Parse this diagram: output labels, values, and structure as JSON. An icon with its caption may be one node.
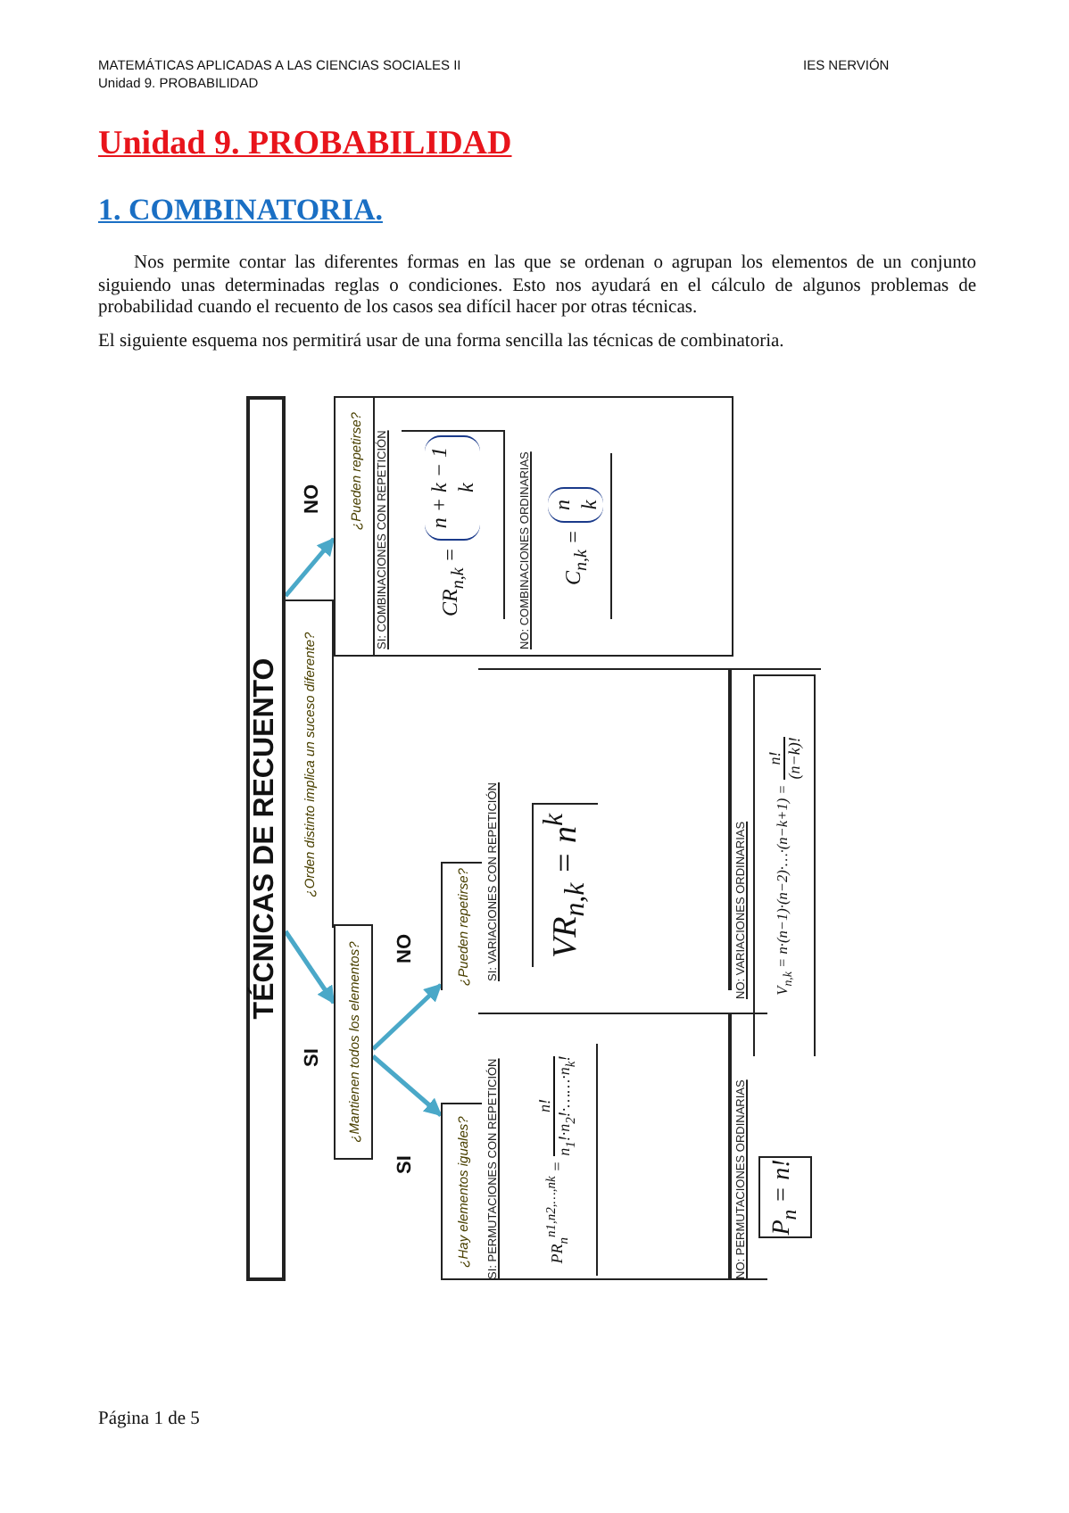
{
  "diagram": {
    "title": "Unidad 9. PROBABILIDAD",
    "nodes": [
      {
        "text": [
          "TÉCNICAS DE RECUENTO"
        ]
      },
      {
        "text": [
          "¿Orden distinto implica un suceso diferente?"
        ]
      },
      {
        "text": [
          "¿Mantienen todos los elementos?"
        ]
      },
      {
        "text": [
          "SI: COMBINACIONES CON REPETICIÓN",
          "NO: COMBINACIONES ORDINARIAS"
        ]
      },
      {
        "text": [
          "¿Pueden repetirse?"
        ],
        "in": 3
      },
      {
        "text": [
          "CR$_{n,k}$ =",
          "n + k − 1",
          "k"
        ],
        "in": 3
      },
      {
        "text": [
          "C$_{n,k}$ =",
          "n",
          "k"
        ],
        "in": 3
      },
      {
        "text": [
          "¿Pueden repetirse?"
        ]
      },
      {
        "text": [
          "VR$_{n,k}$ = n$^{k}$"
        ]
      },
      {
        "text": [
          "V$_{n,k}$ = n·(n−1)·(n−2)·…·(n−k+1) =",
          "n!",
          "(n−k)!"
        ]
      },
      {
        "text": [
          "¿Hay elementos iguales?"
        ]
      },
      {
        "text": [
          "PR$_{n}$$^{n1,n2,…,nk}$ =",
          "n!",
          "n$_{1}$!·n$_{2}$!·……·n$_{k}$!"
        ]
      },
      {
        "text": [
          "P$_{n}$ = n!"
        ]
      }
    ],
    "edges": [
      {
        "from": 0,
        "to": 3,
        "arrow": "to",
        "label": "NO"
      },
      {
        "from": 0,
        "to": 2,
        "arrow": "to",
        "label": "SI"
      },
      {
        "from": 2,
        "to": 7,
        "arrow": "to",
        "label": "NO"
      },
      {
        "from": 2,
        "to": 10,
        "arrow": "to",
        "label": "SI"
      }
    ],
    "labels": [
      "MATEMÁTICAS APLICADAS A LAS CIENCIAS SOCIALES II",
      "IES NERVIÓN",
      "Unidad 9. PROBABILIDAD",
      "1. COMBINATORIA.",
      "Nos permite contar las diferentes formas en las que se ordenan o agrupan los elementos de un conjunto siguiendo unas determinadas reglas o condiciones. Esto nos ayudará en el cálculo de algunos problemas de probabilidad cuando el recuento de los casos sea difícil hacer por otras técnicas.",
      "El siguiente esquema nos permitirá usar de una forma sencilla las técnicas de combinatoria.",
      "SI: VARIACIONES CON REPETICIÓN",
      "NO: VARIACIONES ORDINARIAS",
      "SI: PERMUTACIONES CON REPETICIÓN",
      "NO: PERMUTACIONES ORDINARIAS",
      "Página 1 de 5"
    ]
  }
}
